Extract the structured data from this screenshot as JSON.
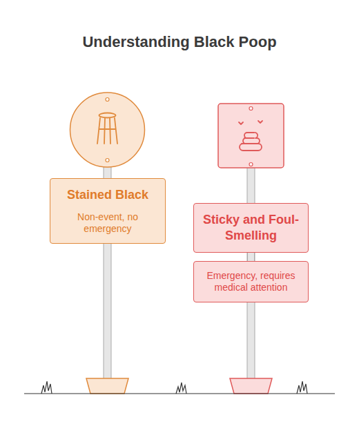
{
  "diagram": {
    "title": "Understanding Black Poop",
    "nodes": [
      {
        "text": [
          "Stained Black",
          "Non-event, no emergency"
        ]
      },
      {
        "text": [
          "Sticky and Foul-Smelling"
        ]
      },
      {
        "text": [
          "Emergency, requires medical attention"
        ]
      }
    ],
    "edges": [
      {
        "from": 1,
        "to": 2,
        "arrow": "none"
      }
    ]
  }
}
